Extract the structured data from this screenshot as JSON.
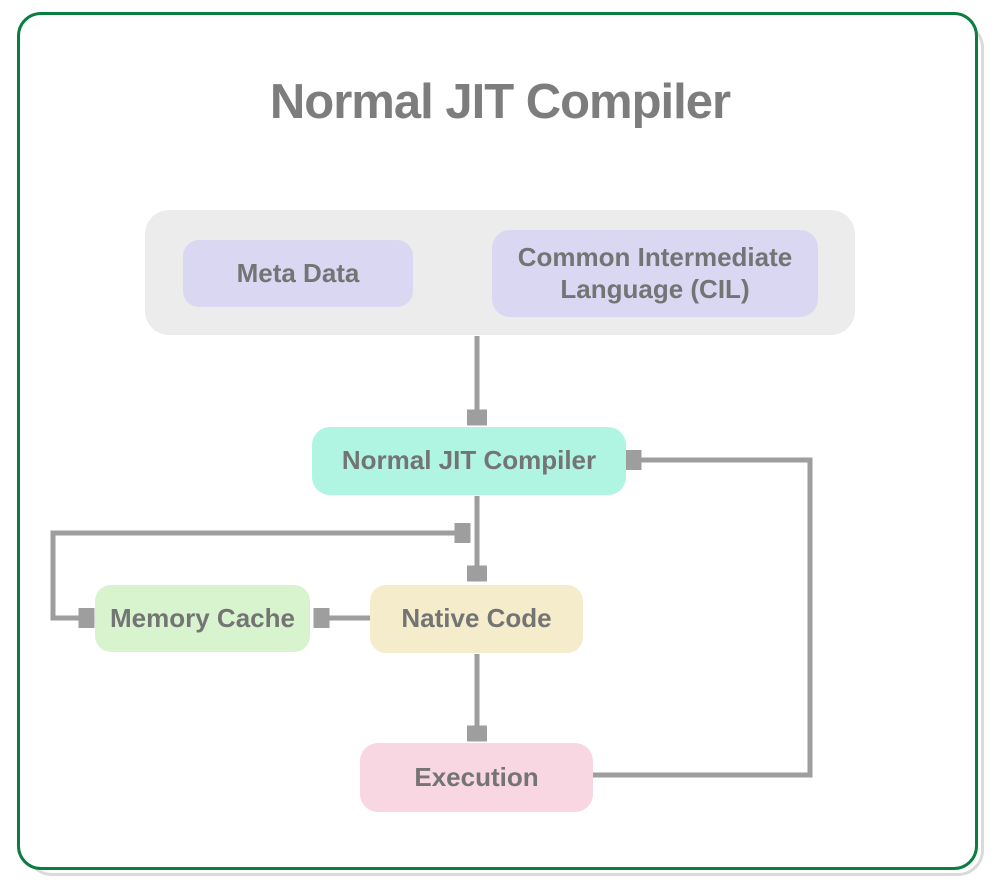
{
  "title": "Normal JIT Compiler",
  "nodes": {
    "meta_data": {
      "label": "Meta Data",
      "bg": "#dad7f3"
    },
    "cil": {
      "label": "Common Intermediate Language (CIL)",
      "bg": "#dad7f3"
    },
    "jit_compiler": {
      "label": "Normal JIT Compiler",
      "bg": "#b0f4e2"
    },
    "memory_cache": {
      "label": "Memory Cache",
      "bg": "#d8f4cf"
    },
    "native_code": {
      "label": "Native Code",
      "bg": "#f5eccb"
    },
    "execution": {
      "label": "Execution",
      "bg": "#f8d6e2"
    }
  },
  "colors": {
    "frame_border": "#0b7d40",
    "frame_shadow": "#dadada",
    "group_background": "#ececec",
    "arrow": "#9e9e9e",
    "title_text": "#7d7d7d",
    "node_text": "#747474"
  }
}
